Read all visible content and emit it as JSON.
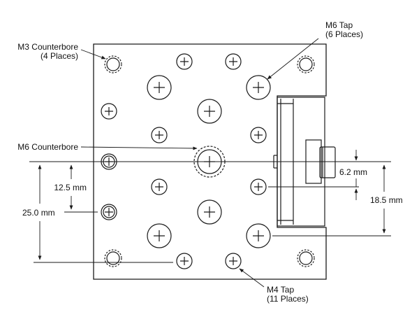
{
  "labels": {
    "m3_counterbore_line1": "M3 Counterbore",
    "m3_counterbore_line2": "(4 Places)",
    "m6_tap_line1": "M6 Tap",
    "m6_tap_line2": "(6 Places)",
    "m6_counterbore": "M6 Counterbore",
    "m4_tap_line1": "M4 Tap",
    "m4_tap_line2": "(11 Places)"
  },
  "dimensions": {
    "d_12_5": "12.5 mm",
    "d_25_0": "25.0 mm",
    "d_6_2": "6.2 mm",
    "d_18_5": "18.5 mm"
  },
  "colors": {
    "line": "#1a1a1a",
    "plate_fill": "#ffffff",
    "background": "#ffffff"
  }
}
